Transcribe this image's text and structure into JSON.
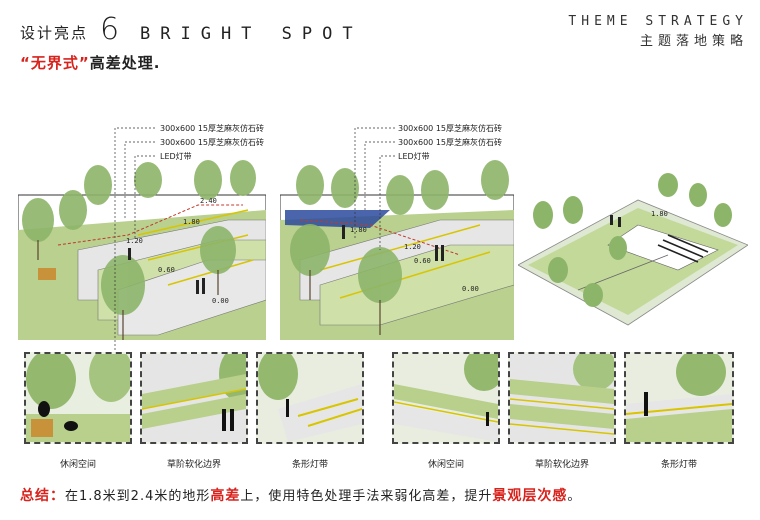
{
  "header": {
    "title_cn": "设计亮点",
    "title_num": "6",
    "title_en": "BRIGHT SPOT",
    "theme_en": "THEME STRATEGY",
    "theme_cn": "主题落地策略"
  },
  "subtitle": {
    "quote_open": "“",
    "highlight": "无界式",
    "quote_close": "”",
    "rest": "高差处理."
  },
  "left_diagram": {
    "callouts": [
      "300x600 15厚芝麻灰仿石砖",
      "300x600 15厚芝麻灰仿石砖",
      "LED灯带"
    ],
    "elevations": [
      "2.40",
      "1.80",
      "1.20",
      "0.60",
      "0.00"
    ]
  },
  "mid_diagram": {
    "callouts": [
      "300x600 15厚芝麻灰仿石砖",
      "300x600 15厚芝麻灰仿石砖",
      "LED灯带"
    ],
    "elevations": [
      "1.80",
      "1.20",
      "0.60",
      "0.00"
    ]
  },
  "right_diagram": {
    "elevations": [
      "1.80"
    ]
  },
  "captions": [
    "休闲空间",
    "草阶软化边界",
    "条形灯带",
    "休闲空间",
    "草阶软化边界",
    "条形灯带"
  ],
  "summary": {
    "label": "总结：",
    "part1": "在1.8米到2.4米的地形",
    "hl1": "高差",
    "part2": "上，使用特色处理手法来弱化高差，提升",
    "hl2": "景观层次感",
    "end": "。"
  }
}
